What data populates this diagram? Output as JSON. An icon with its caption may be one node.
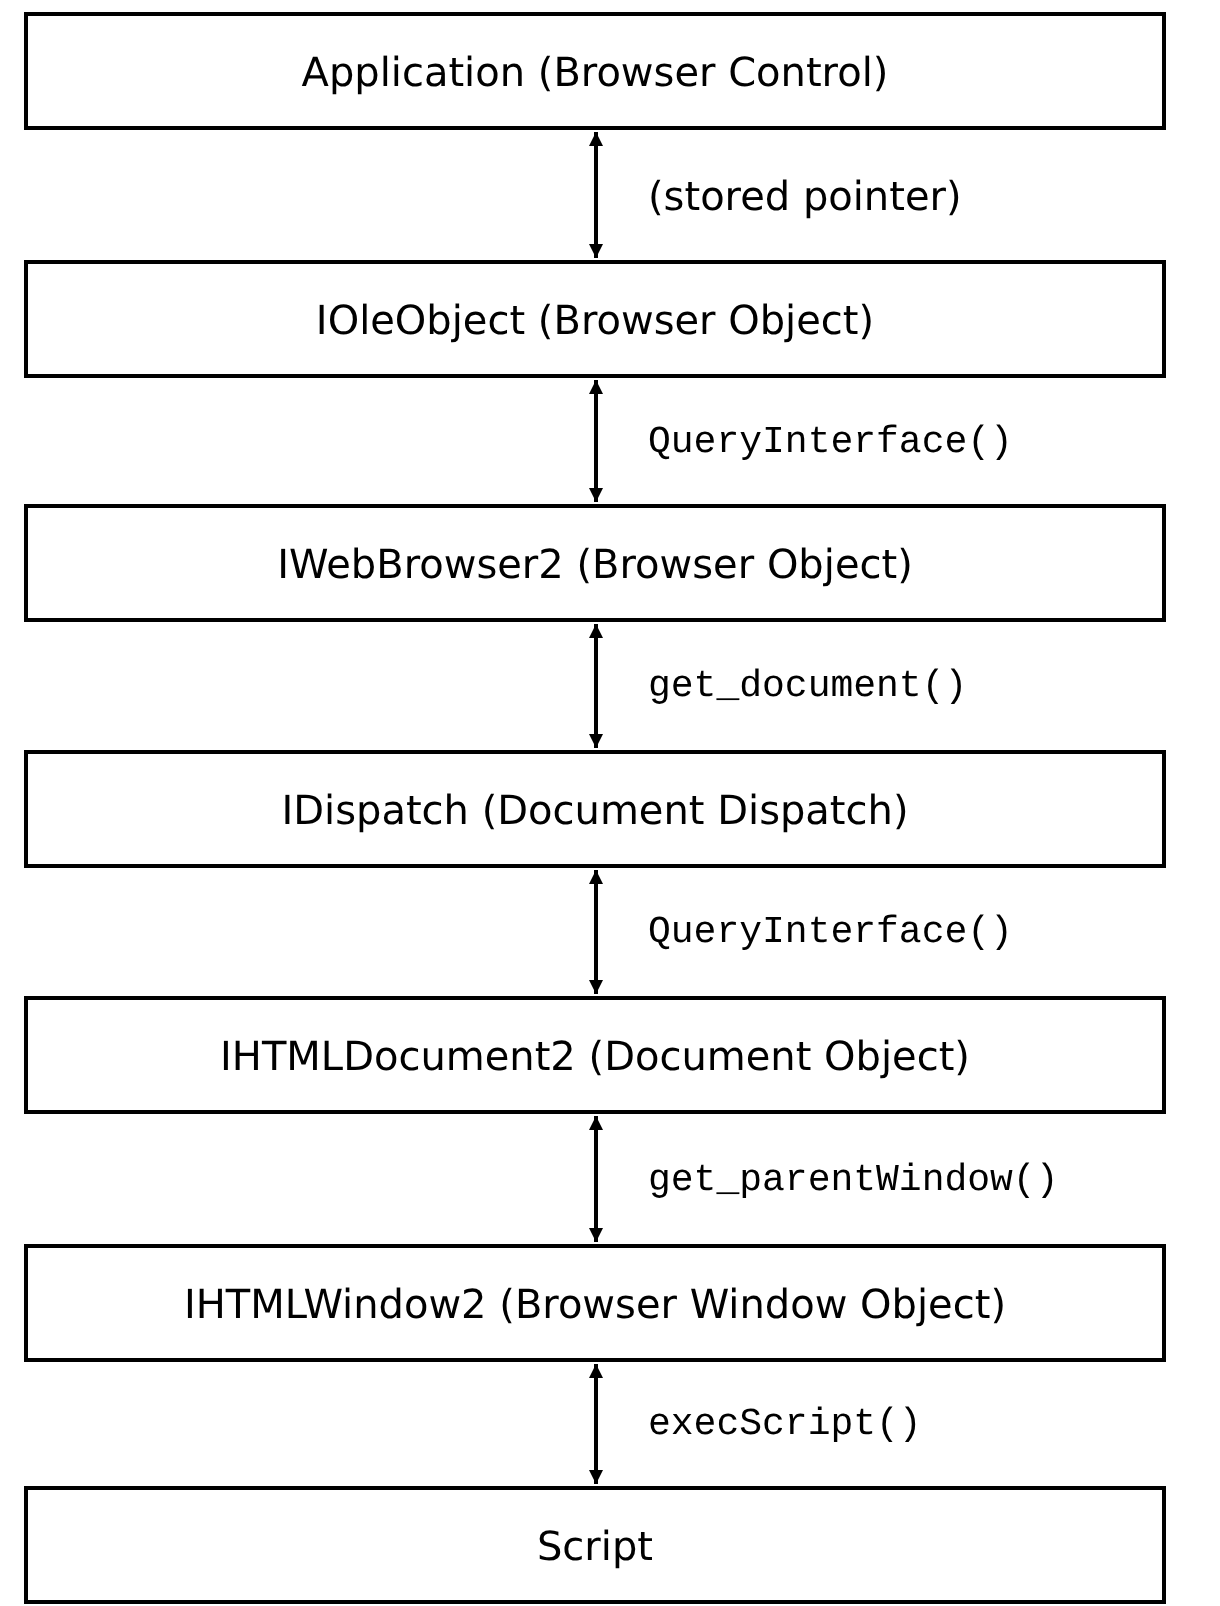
{
  "diagram": {
    "nodes": [
      {
        "text": [
          "Application (Browser Control)"
        ]
      },
      {
        "text": [
          "IOleObject (Browser Object)"
        ]
      },
      {
        "text": [
          "IWebBrowser2 (Browser Object)"
        ]
      },
      {
        "text": [
          "IDispatch (Document Dispatch)"
        ]
      },
      {
        "text": [
          "IHTMLDocument2 (Document Object)"
        ]
      },
      {
        "text": [
          "IHTMLWindow2 (Browser Window Object)"
        ]
      },
      {
        "text": [
          "Script"
        ]
      }
    ],
    "edges": [
      {
        "from": 0,
        "to": 1,
        "arrow": "both",
        "label": "(stored pointer)"
      },
      {
        "from": 1,
        "to": 2,
        "arrow": "both",
        "label": "QueryInterface()"
      },
      {
        "from": 2,
        "to": 3,
        "arrow": "both",
        "label": "get_document()"
      },
      {
        "from": 3,
        "to": 4,
        "arrow": "both",
        "label": "QueryInterface()"
      },
      {
        "from": 4,
        "to": 5,
        "arrow": "both",
        "label": "get_parentWindow()"
      },
      {
        "from": 5,
        "to": 6,
        "arrow": "both",
        "label": "execScript()"
      }
    ]
  }
}
